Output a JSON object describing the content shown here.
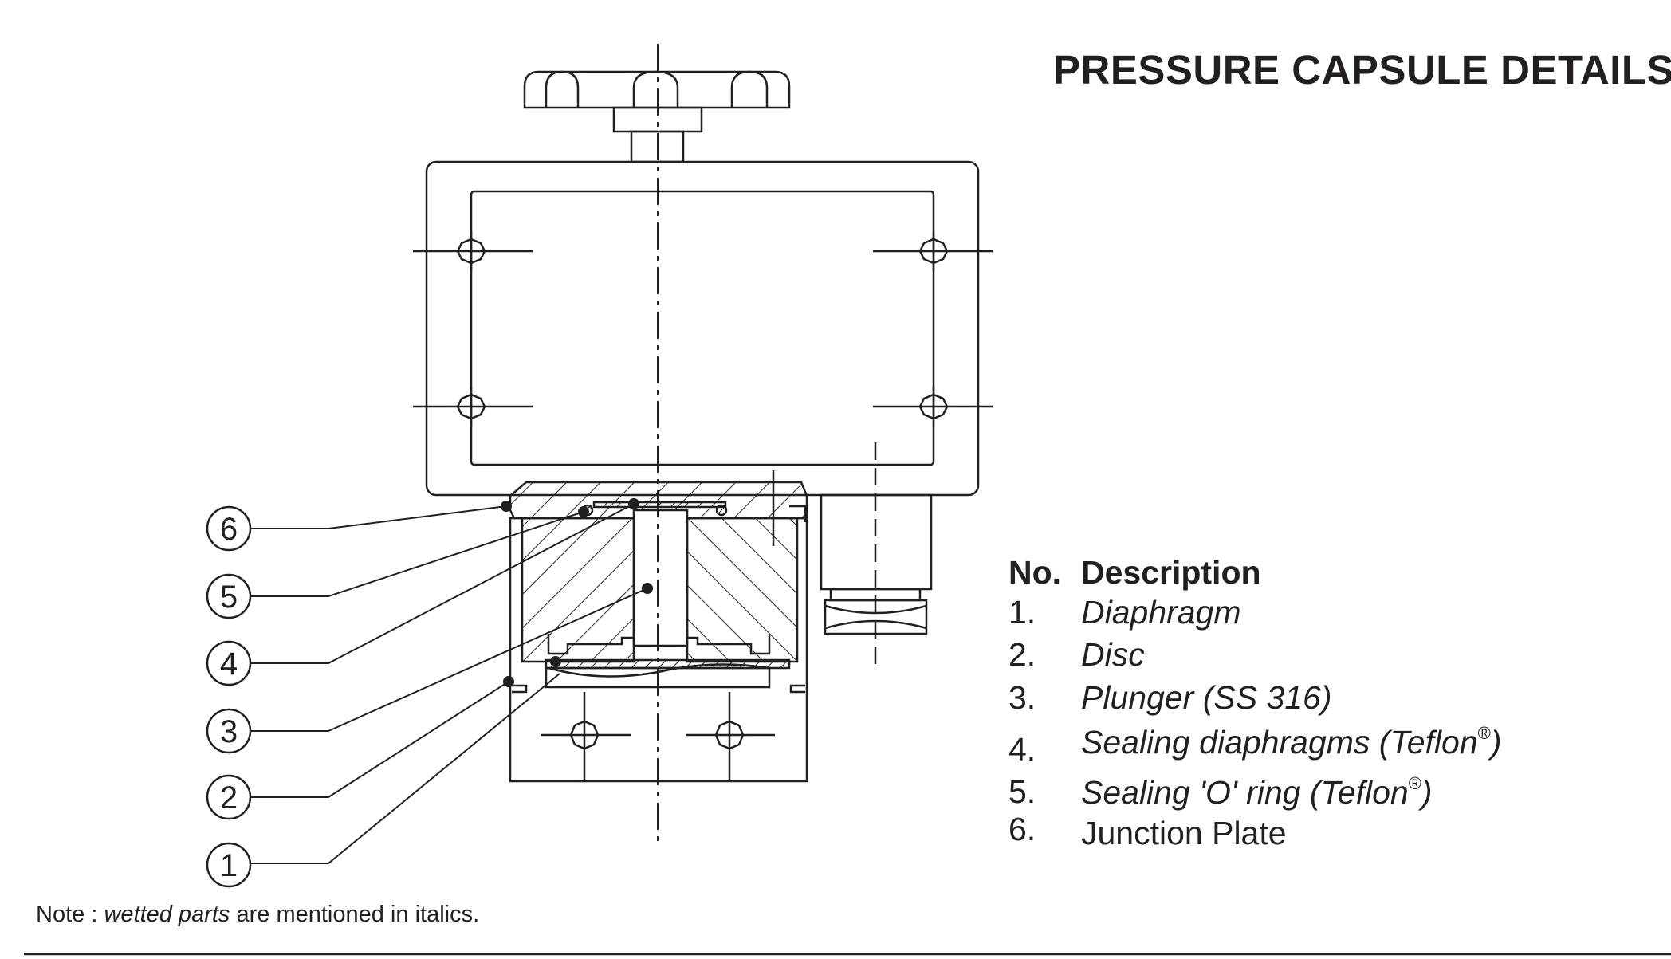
{
  "title": "PRESSURE CAPSULE DETAILS",
  "table": {
    "header_no": "No.",
    "header_description": "Description",
    "rows": [
      {
        "no": "1.",
        "description": "Diaphragm",
        "wetted": true
      },
      {
        "no": "2.",
        "description": "Disc",
        "wetted": true
      },
      {
        "no": "3.",
        "description": "Plunger (SS 316)",
        "wetted": true
      },
      {
        "no": "4.",
        "description": "Sealing diaphragms (Teflon",
        "registered": "®",
        "close": ")",
        "wetted": true
      },
      {
        "no": "5.",
        "description": "Sealing 'O' ring (Teflon",
        "registered": "®",
        "close": ")",
        "wetted": true
      },
      {
        "no": "6.",
        "description": "Junction Plate",
        "wetted": false
      }
    ]
  },
  "callouts": [
    "1",
    "2",
    "3",
    "4",
    "5",
    "6"
  ],
  "note": {
    "prefix": "Note : ",
    "italic": "wetted parts",
    "suffix": " are mentioned in italics."
  },
  "colors": {
    "ink": "#231f20",
    "background": "#ffffff"
  }
}
